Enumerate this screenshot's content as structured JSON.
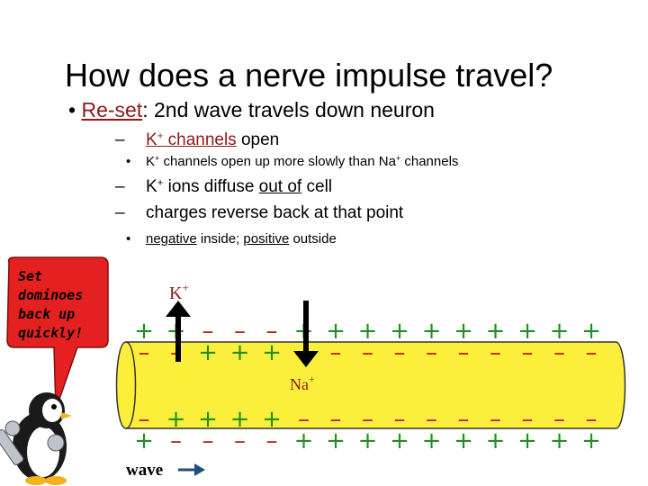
{
  "title": "How does a nerve impulse travel?",
  "bullet1": {
    "label": "Re-set",
    "rest": ": 2nd wave travels down neuron"
  },
  "bullet2": {
    "k": "K",
    "sup": "+",
    "label": " channels",
    "rest": " open"
  },
  "bullet3": {
    "text_a": "K",
    "sup_a": "+",
    "text_b": " channels open up more slowly than Na",
    "sup_b": "+",
    "text_c": " channels"
  },
  "bullet4": {
    "text_a": "K",
    "sup_a": "+",
    "text_b": " ions diffuse ",
    "under": "out of",
    "text_c": " cell"
  },
  "bullet5": {
    "text": "charges reverse back at that point"
  },
  "bullet6": {
    "neg": "negative",
    "mid": " inside; ",
    "pos": "positive",
    "end": " outside"
  },
  "bubble": {
    "lines": [
      "Set",
      "dominoes",
      "back up",
      "quickly!"
    ]
  },
  "labels": {
    "k_ion": "K",
    "k_sup": "+",
    "na_ion": "Na",
    "na_sup": "+",
    "wave": "wave"
  },
  "charges": {
    "top_outer": [
      "+",
      "+",
      "–",
      "–",
      "–",
      "+",
      "+",
      "+",
      "+",
      "+",
      "+",
      "+",
      "+",
      "+",
      "+"
    ],
    "top_inner": [
      "–",
      "–",
      "+",
      "+",
      "+",
      "–",
      "–",
      "–",
      "–",
      "–",
      "–",
      "–",
      "–",
      "–",
      "–"
    ],
    "bottom_inner": [
      "–",
      "+",
      "+",
      "+",
      "+",
      "–",
      "–",
      "–",
      "–",
      "–",
      "–",
      "–",
      "–",
      "–",
      "–"
    ],
    "bottom_outer": [
      "+",
      "–",
      "–",
      "–",
      "–",
      "+",
      "+",
      "+",
      "+",
      "+",
      "+",
      "+",
      "+",
      "+",
      "+"
    ]
  },
  "colors": {
    "axon": "#fbef3c",
    "plus": "#1f8f1f",
    "minus": "#b3231f",
    "bubble": "#e52020",
    "arrow": "#1f4e79",
    "text_red": "#8b1a1a"
  }
}
